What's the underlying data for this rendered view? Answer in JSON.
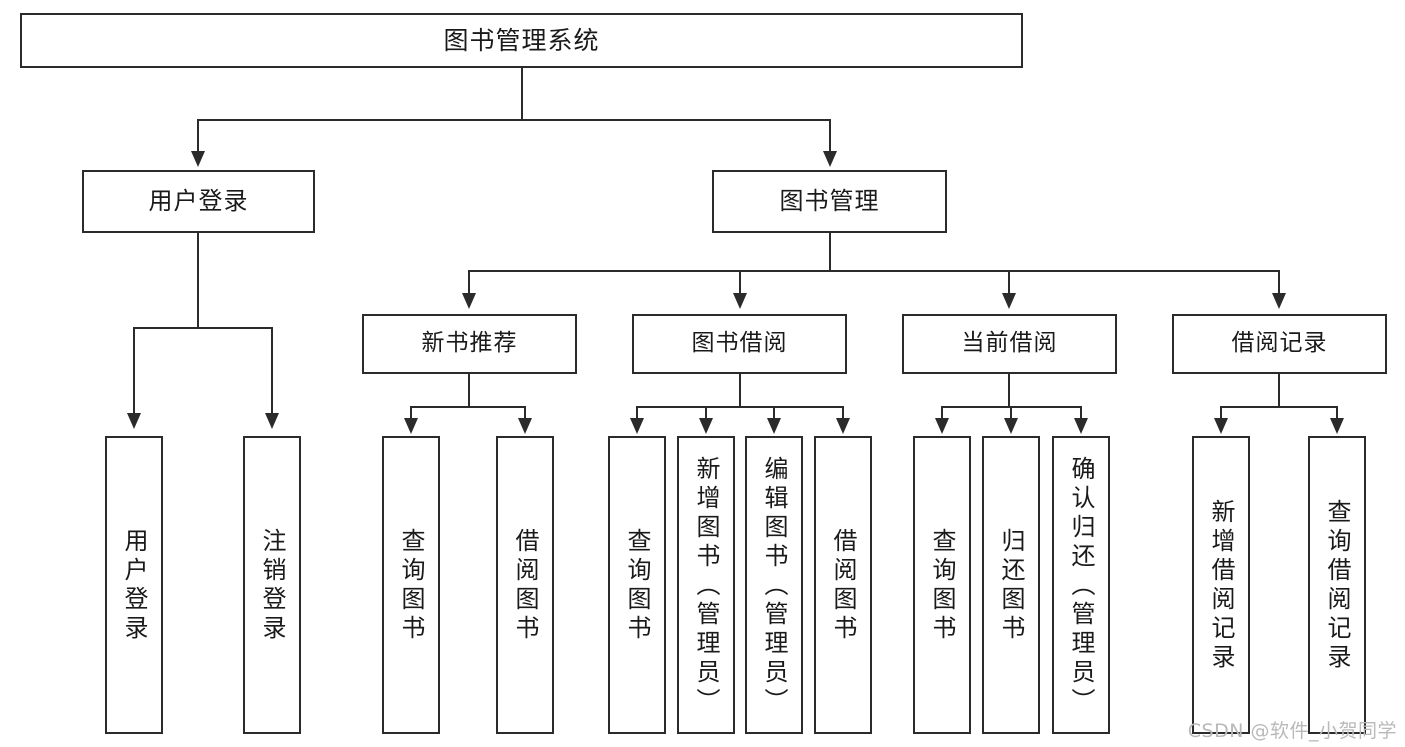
{
  "diagram": {
    "type": "tree-hierarchy",
    "title": "图书管理系统",
    "orientation": "top-down",
    "colors": {
      "box_border": "#2b2b2b",
      "box_fill": "#ffffff",
      "connector": "#2b2b2b",
      "text": "#1a1a1a",
      "watermark": "#b9b9b9",
      "background": "#ffffff"
    }
  },
  "nodes": {
    "root": {
      "label": "图书管理系统",
      "level": 1
    },
    "level2": [
      {
        "id": "user-login",
        "label": "用户登录",
        "level": 2
      },
      {
        "id": "book-manage",
        "label": "图书管理",
        "level": 2
      }
    ],
    "level3": [
      {
        "id": "new-book-recommend",
        "label": "新书推荐",
        "level": 3,
        "parent": "book-manage"
      },
      {
        "id": "book-borrow",
        "label": "图书借阅",
        "level": 3,
        "parent": "book-manage"
      },
      {
        "id": "current-borrow",
        "label": "当前借阅",
        "level": 3,
        "parent": "book-manage"
      },
      {
        "id": "borrow-record",
        "label": "借阅记录",
        "level": 3,
        "parent": "book-manage"
      }
    ],
    "leaves": [
      {
        "id": "leaf-user-login",
        "label": "用户登录",
        "parent": "user-login"
      },
      {
        "id": "leaf-logout-login",
        "label": "注销登录",
        "parent": "user-login"
      },
      {
        "id": "leaf-query-book-1",
        "label": "查询图书",
        "parent": "new-book-recommend"
      },
      {
        "id": "leaf-borrow-book-1",
        "label": "借阅图书",
        "parent": "new-book-recommend"
      },
      {
        "id": "leaf-query-book-2",
        "label": "查询图书",
        "parent": "book-borrow"
      },
      {
        "id": "leaf-add-book",
        "label": "新增图书（管理员）",
        "parent": "book-borrow"
      },
      {
        "id": "leaf-edit-book",
        "label": "编辑图书（管理员）",
        "parent": "book-borrow"
      },
      {
        "id": "leaf-borrow-book-2",
        "label": "借阅图书",
        "parent": "book-borrow"
      },
      {
        "id": "leaf-query-book-3",
        "label": "查询图书",
        "parent": "current-borrow"
      },
      {
        "id": "leaf-return-book",
        "label": "归还图书",
        "parent": "current-borrow"
      },
      {
        "id": "leaf-confirm-return",
        "label": "确认归还（管理员）",
        "parent": "current-borrow"
      },
      {
        "id": "leaf-add-record",
        "label": "新增借阅记录",
        "parent": "borrow-record"
      },
      {
        "id": "leaf-query-record",
        "label": "查询借阅记录",
        "parent": "borrow-record"
      }
    ]
  },
  "watermark": {
    "text": "CSDN @软件_小贺同学"
  }
}
